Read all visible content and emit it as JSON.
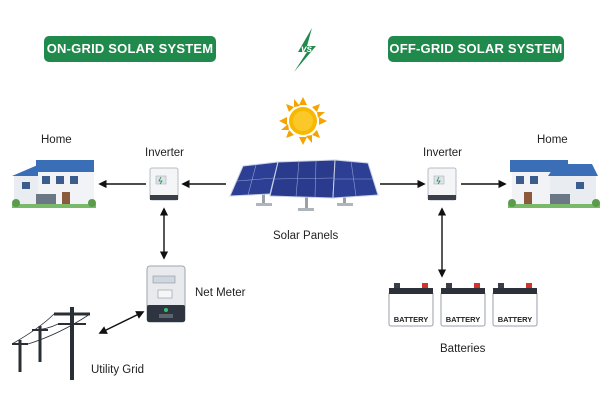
{
  "header": {
    "left_title": "ON-GRID SOLAR SYSTEM",
    "right_title": "OFF-GRID SOLAR SYSTEM",
    "vs": "vs"
  },
  "labels": {
    "home_left": "Home",
    "home_right": "Home",
    "inverter_left": "Inverter",
    "inverter_right": "Inverter",
    "solar_panels": "Solar Panels",
    "net_meter": "Net Meter",
    "utility_grid": "Utility Grid",
    "batteries": "Batteries",
    "battery_text": "BATTERY"
  },
  "colors": {
    "badge": "#1f8a4c",
    "panel": "#2c3e8f",
    "sun": "#f5b400",
    "house_roof": "#3a6fb8"
  }
}
